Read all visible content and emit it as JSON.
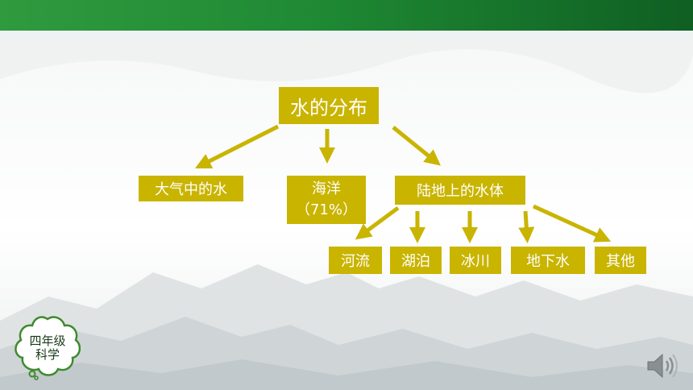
{
  "header": {
    "bar_color": "#1f8a34"
  },
  "diagram": {
    "node_color": "#c9b400",
    "arrow_color": "#c9b400",
    "root": "水的分布",
    "level1": {
      "atmosphere": "大气中的水",
      "ocean": "海洋",
      "ocean_pct": "（71%）",
      "land": "陆地上的水体"
    },
    "level2": {
      "rivers": "河流",
      "lakes": "湖泊",
      "glaciers": "冰川",
      "groundwater": "地下水",
      "other": "其他"
    }
  },
  "badge": {
    "line1": "四年级",
    "line2": "科学"
  },
  "icons": {
    "speaker": "speaker-icon"
  }
}
